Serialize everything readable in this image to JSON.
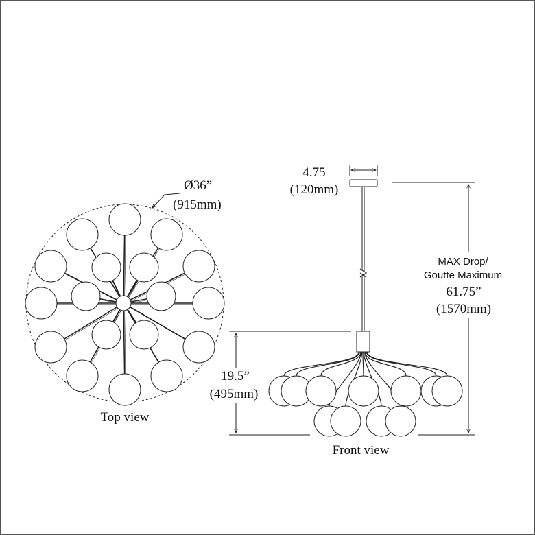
{
  "top_view": {
    "caption": "Top view",
    "diameter_in": "Ø36”",
    "diameter_mm": "(915mm)"
  },
  "front_view": {
    "caption": "Front view",
    "canopy_width_in": "4.75",
    "canopy_width_mm": "(120mm)",
    "height_in": "19.5”",
    "height_mm": "(495mm)",
    "max_drop_line1": "MAX Drop/",
    "max_drop_line2": "Goutte Maximum",
    "max_drop_in": "61.75”",
    "max_drop_mm": "(1570mm)"
  }
}
